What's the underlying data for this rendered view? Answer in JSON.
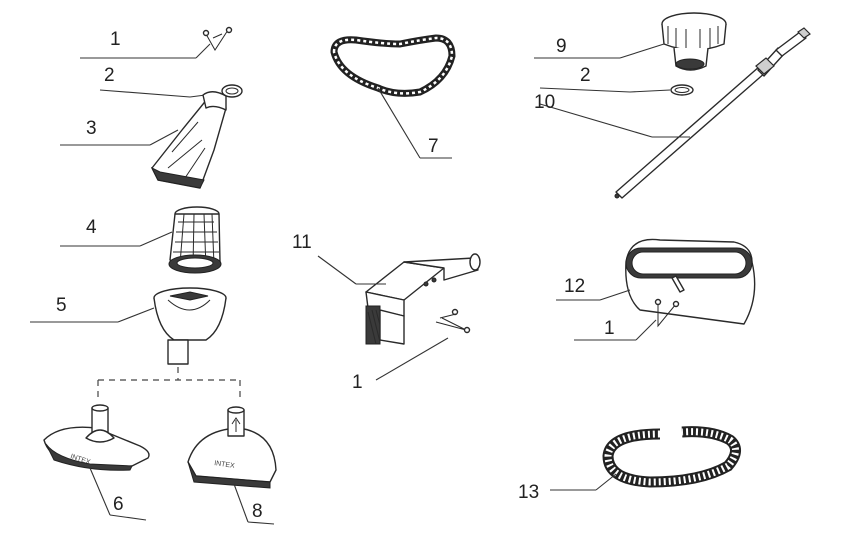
{
  "diagram": {
    "callouts": [
      {
        "key": "clip-pin-top",
        "text": "1"
      },
      {
        "key": "o-ring-top",
        "text": "2"
      },
      {
        "key": "vacuum-head-adapter",
        "text": "3"
      },
      {
        "key": "mesh-filter",
        "text": "4"
      },
      {
        "key": "funnel-housing",
        "text": "5"
      },
      {
        "key": "triangular-vacuum-head",
        "text": "6"
      },
      {
        "key": "bumper-ring",
        "text": "7"
      },
      {
        "key": "half-round-vacuum-head",
        "text": "8"
      },
      {
        "key": "hose-connector-cap",
        "text": "9"
      },
      {
        "key": "o-ring-right",
        "text": "2"
      },
      {
        "key": "telescopic-pole",
        "text": "10"
      },
      {
        "key": "wall-brush",
        "text": "11"
      },
      {
        "key": "clip-pin-center",
        "text": "1"
      },
      {
        "key": "skimmer-net",
        "text": "12"
      },
      {
        "key": "clip-pin-right",
        "text": "1"
      },
      {
        "key": "corrugated-hose",
        "text": "13"
      }
    ],
    "embossed_logo": "INTEX"
  }
}
